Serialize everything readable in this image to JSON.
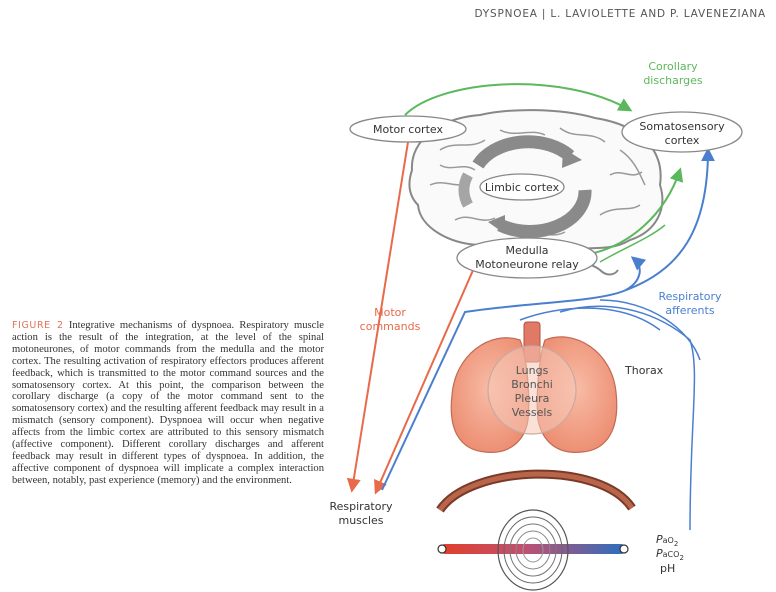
{
  "header": {
    "running_head": "DYSPNOEA | L. LAVIOLETTE AND P. LAVENEZIANA"
  },
  "caption": {
    "label": "FIGURE 2",
    "text": "Integrative mechanisms of dyspnoea. Respiratory muscle action is the result of the integration, at the level of the spinal motoneurones, of motor commands from the medulla and the motor cortex. The resulting activation of respiratory effectors produces afferent feedback, which is transmitted to the motor command sources and the somatosensory cortex. At this point, the comparison between the corollary discharge (a copy of the motor command sent to the somatosensory cortex) and the resulting afferent feedback may result in a mismatch (sensory component). Dyspnoea will occur when negative affects from the limbic cortex are attributed to this sensory mismatch (affective component). Different corollary discharges and afferent feedback may result in different types of dyspnoea. In addition, the affective component of dyspnoea will implicate a complex interaction between, notably, past experience (memory) and the environment."
  },
  "diagram": {
    "nodes": {
      "motor_cortex": "Motor cortex",
      "somatosensory_line1": "Somatosensory",
      "somatosensory_line2": "cortex",
      "limbic_cortex": "Limbic cortex",
      "medulla_line1": "Medulla",
      "medulla_line2": "Motoneurone relay",
      "respiratory_muscles_line1": "Respiratory",
      "respiratory_muscles_line2": "muscles",
      "thorax": "Thorax",
      "organs": [
        "Lungs",
        "Bronchi",
        "Pleura",
        "Vessels"
      ]
    },
    "pathways": {
      "corollary_line1": "Corollary",
      "corollary_line2": "discharges",
      "motor_line1": "Motor",
      "motor_line2": "commands",
      "afferent_line1": "Respiratory",
      "afferent_line2": "afferents"
    },
    "blood_gases": {
      "pao2_base": "P",
      "pao2_sub": "aO",
      "pao2_num": "2",
      "paco2_base": "P",
      "paco2_sub": "aCO",
      "paco2_num": "2",
      "ph": "pH"
    },
    "colors": {
      "corollary": "#5cb85c",
      "motor": "#e86a4a",
      "afferent": "#4a7fd0",
      "lungs": "#f4a58a",
      "brain_outline": "#888888"
    }
  }
}
